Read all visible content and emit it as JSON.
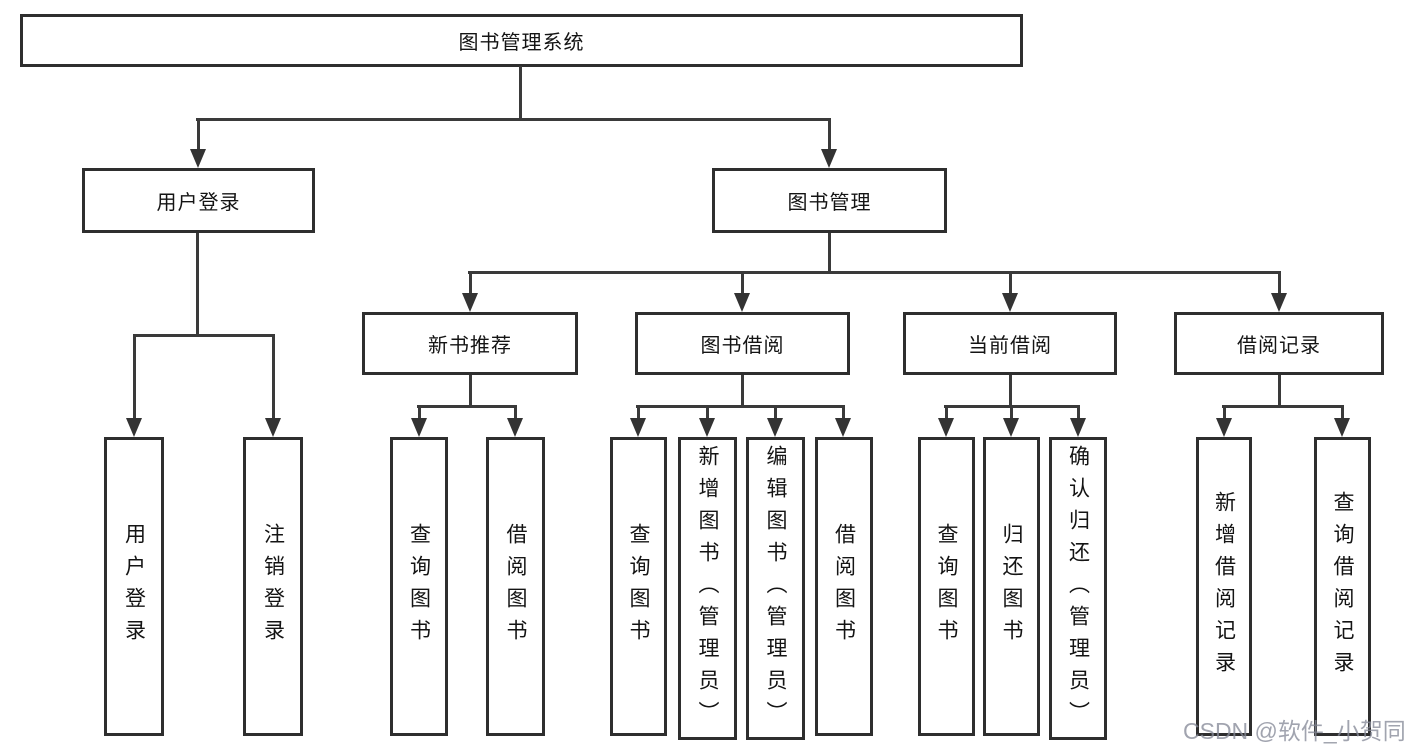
{
  "colors": {
    "line": "#3a3a3a",
    "box_border": "#2e2e2e",
    "text": "#141414",
    "watermark_text": "#868b98"
  },
  "root": {
    "label": "图书管理系统"
  },
  "user_login": {
    "label": "用户登录",
    "children": [
      "用户登录",
      "注销登录"
    ]
  },
  "book_mgmt": {
    "label": "图书管理"
  },
  "groups": {
    "new_book": {
      "label": "新书推荐",
      "children": [
        "查询图书",
        "借阅图书"
      ]
    },
    "borrowing": {
      "label": "图书借阅",
      "children": [
        "查询图书",
        "新增图书（管理员）",
        "编辑图书（管理员）",
        "借阅图书"
      ]
    },
    "current": {
      "label": "当前借阅",
      "children": [
        "查询图书",
        "归还图书",
        "确认归还（管理员）"
      ]
    },
    "records": {
      "label": "借阅记录",
      "children": [
        "新增借阅记录",
        "查询借阅记录"
      ]
    }
  },
  "watermark": "CSDN @软件_小贺同学"
}
